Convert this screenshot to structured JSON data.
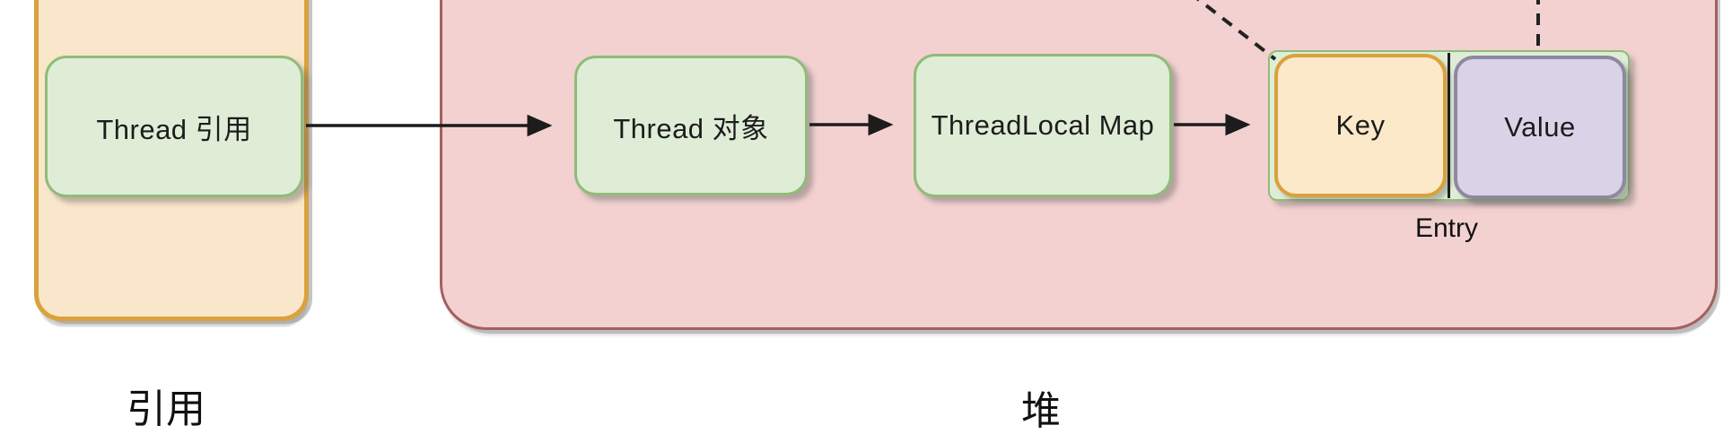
{
  "diagram": {
    "title_implied": "ThreadLocal memory layout",
    "regions": [
      {
        "id": "stack",
        "label": "引用",
        "fill": "#FAE6CB",
        "border": "#D9A23C"
      },
      {
        "id": "heap",
        "label": "堆",
        "fill": "#F3D1D1",
        "border": "#A55F5F"
      }
    ],
    "nodes": [
      {
        "id": "thread-ref",
        "label": "Thread 引用",
        "region": "stack",
        "fill": "#DFEDD7",
        "border": "#8FBC77"
      },
      {
        "id": "thread-obj",
        "label": "Thread 对象",
        "region": "heap",
        "fill": "#DFEDD7",
        "border": "#8FBC77"
      },
      {
        "id": "threadlocal-map",
        "label": "ThreadLocal Map",
        "region": "heap",
        "fill": "#DFEDD7",
        "border": "#8FBC77"
      },
      {
        "id": "key",
        "label": "Key",
        "region": "heap",
        "fill": "#FBE9CA",
        "border": "#D9A23C"
      },
      {
        "id": "value",
        "label": "Value",
        "region": "heap",
        "fill": "#D9D3E8",
        "border": "#8E88A0"
      }
    ],
    "entry_group": {
      "label": "Entry",
      "fill": "#DFEDD7",
      "border": "#8FBC77"
    },
    "edges": [
      {
        "from": "Thread 引用",
        "to": "Thread 对象",
        "style": "solid-arrow"
      },
      {
        "from": "Thread 对象",
        "to": "ThreadLocal Map",
        "style": "solid-arrow"
      },
      {
        "from": "ThreadLocal Map",
        "to": "Key",
        "style": "solid-arrow"
      },
      {
        "from": "offscreen-top",
        "to": "Key",
        "style": "dashed"
      },
      {
        "from": "offscreen-top",
        "to": "Value",
        "style": "dashed"
      }
    ],
    "colors": {
      "background": "#FFFFFF",
      "line": "#1C1C1C",
      "text": "#111111"
    }
  }
}
